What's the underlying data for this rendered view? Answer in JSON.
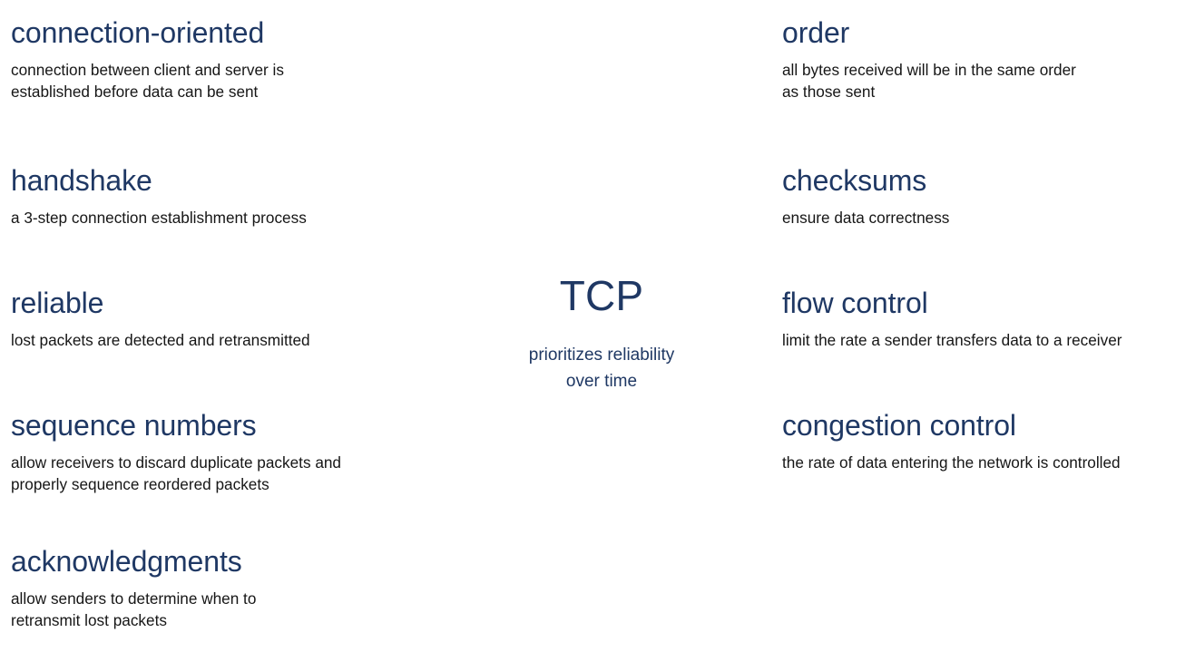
{
  "slide": {
    "background_color": "#ffffff",
    "heading_color": "#1F3864",
    "body_color": "#161616"
  },
  "center": {
    "title": "TCP",
    "subtitle_lines": [
      "prioritizes reliability",
      "over time"
    ]
  },
  "left_column": [
    {
      "title": "connection-oriented",
      "description_lines": [
        "connection between client and server is",
        "established before data can be sent"
      ]
    },
    {
      "title": "handshake",
      "description_lines": [
        "a 3-step connection establishment process"
      ]
    },
    {
      "title": "reliable",
      "description_lines": [
        "lost packets are detected and retransmitted"
      ]
    },
    {
      "title": "sequence numbers",
      "description_lines": [
        "allow receivers to discard duplicate packets and",
        "properly sequence reordered packets"
      ]
    },
    {
      "title": "acknowledgments",
      "description_lines": [
        "allow senders to determine when to",
        "retransmit lost packets"
      ]
    }
  ],
  "right_column": [
    {
      "title": "order",
      "description_lines": [
        "all bytes received will be in the same order",
        "as those sent"
      ]
    },
    {
      "title": "checksums",
      "description_lines": [
        "ensure data correctness"
      ]
    },
    {
      "title": "flow control",
      "description_lines": [
        "limit the rate a sender transfers data to a receiver"
      ]
    },
    {
      "title": "congestion control",
      "description_lines": [
        "the rate of data entering the network is controlled"
      ]
    }
  ]
}
